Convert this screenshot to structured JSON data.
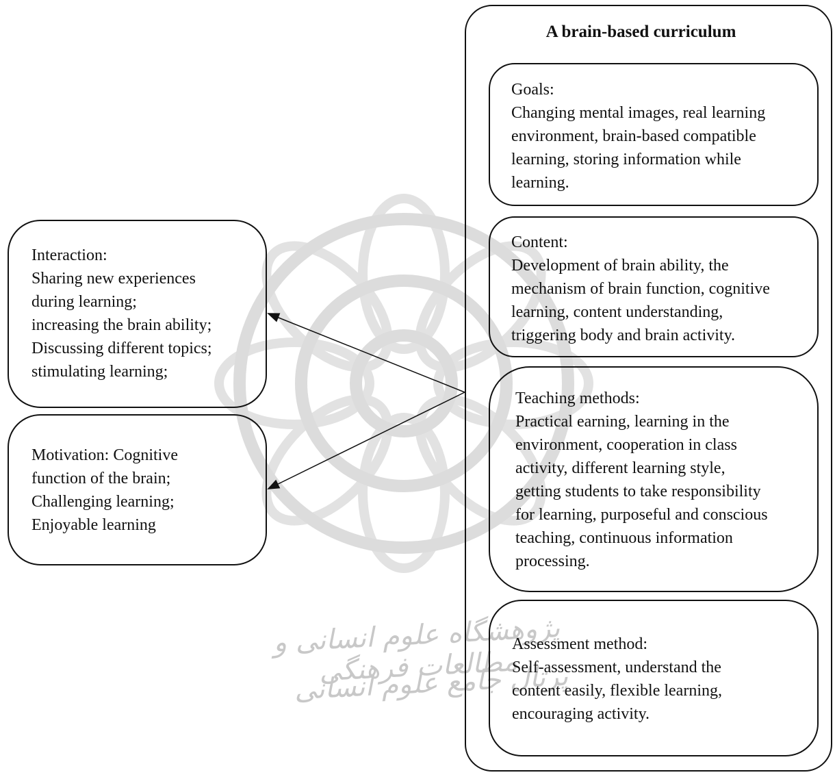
{
  "title": "A brain-based curriculum",
  "watermark": {
    "line1": "پژوهشگاه علوم انسانی و مطالعات فرهنگی",
    "line2": "پرتال جامع علوم انسانی"
  },
  "goals": {
    "heading": "Goals:",
    "lines": [
      "Changing mental images, real learning",
      "environment, brain-based compatible",
      "learning, storing information while",
      "learning."
    ]
  },
  "content": {
    "heading": "Content:",
    "lines": [
      "Development of brain ability, the",
      "mechanism of brain function, cognitive",
      "learning, content understanding,",
      "triggering body and brain activity."
    ]
  },
  "teaching": {
    "heading": "Teaching methods:",
    "lines": [
      "Practical earning, learning in the",
      "environment, cooperation in class",
      "activity, different learning style,",
      "getting students to take responsibility",
      "for learning, purposeful and conscious",
      "teaching, continuous information",
      "processing."
    ]
  },
  "assessment": {
    "heading": "Assessment method:",
    "lines": [
      "Self-assessment, understand the",
      "content easily, flexible learning,",
      "encouraging activity."
    ]
  },
  "interaction": {
    "heading": "Interaction:",
    "lines": [
      "Sharing new experiences",
      "during learning;",
      "increasing the brain ability;",
      "Discussing different topics;",
      "stimulating learning;"
    ]
  },
  "motivation": {
    "lines": [
      "Motivation: Cognitive",
      "function of the brain;",
      "Challenging learning;",
      "Enjoyable learning"
    ]
  }
}
